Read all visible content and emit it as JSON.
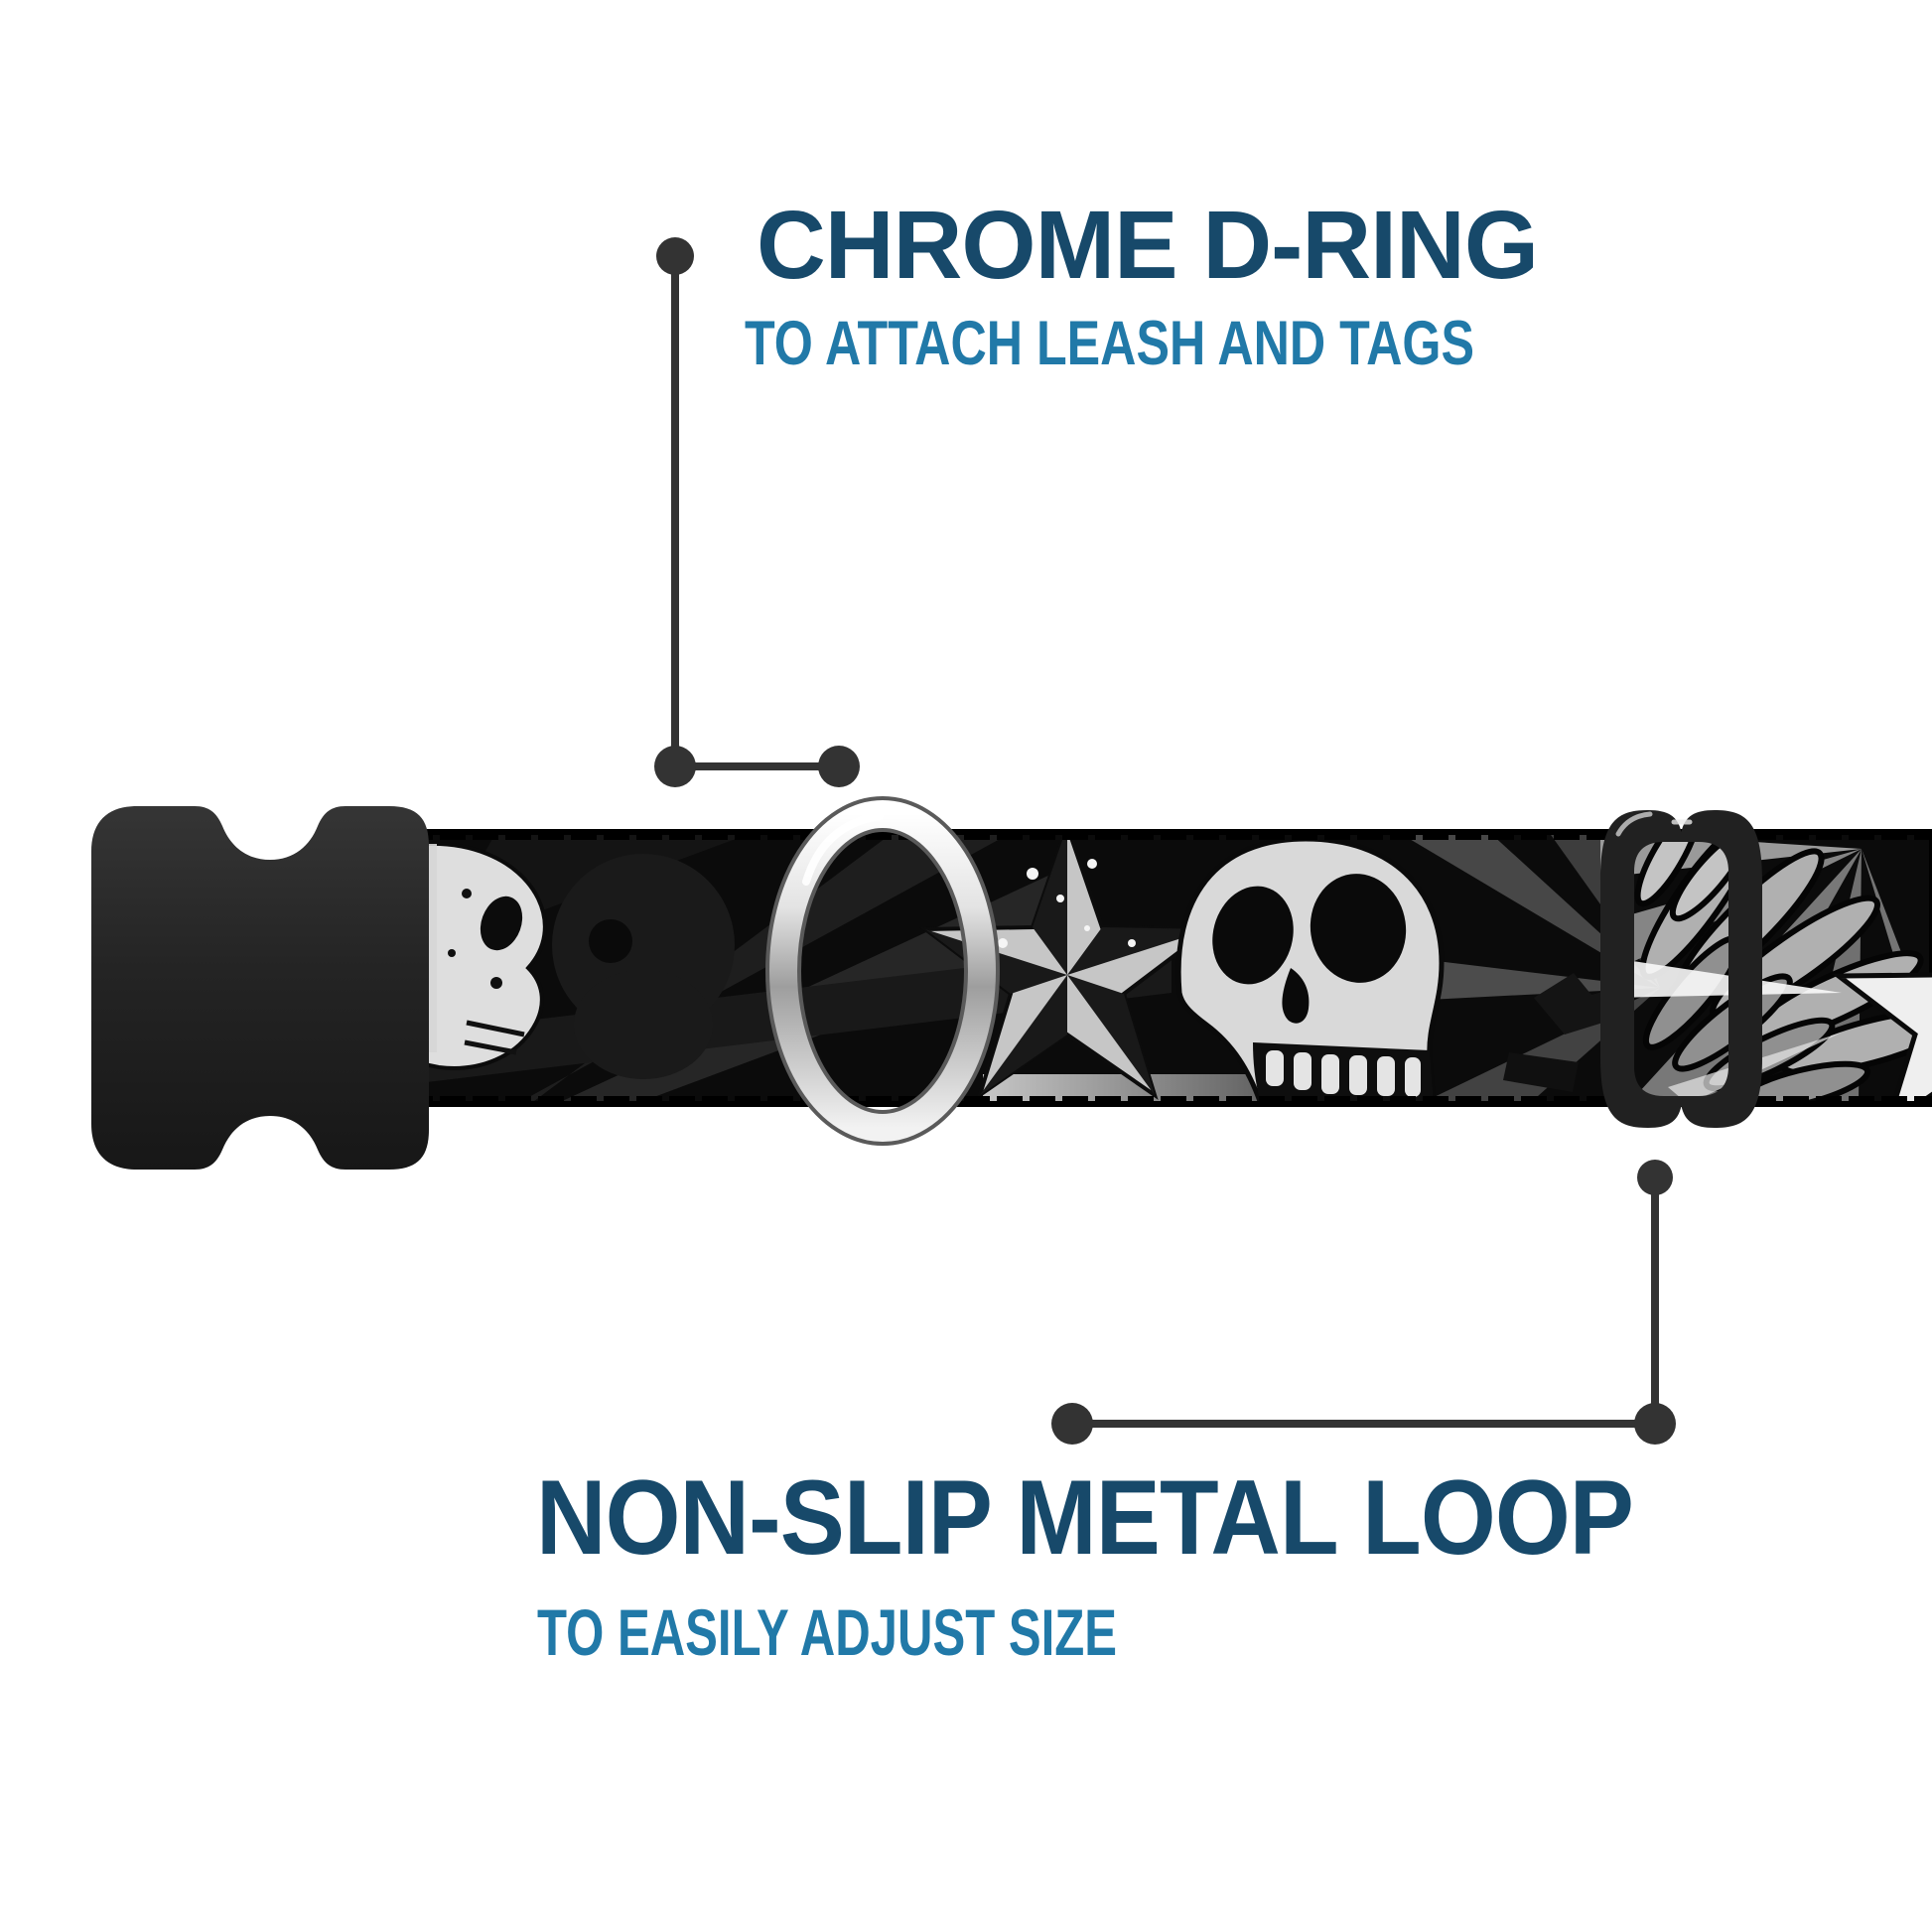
{
  "annotations": {
    "top": {
      "title": "CHROME D-RING",
      "subtitle": "TO ATTACH LEASH AND TAGS"
    },
    "bottom": {
      "title": "NON-SLIP METAL LOOP",
      "subtitle": "TO EASILY ADJUST SIZE"
    }
  },
  "colors": {
    "title": "#17496A",
    "subtitle": "#2179A8",
    "callout": "#333333",
    "buckle": "#262626",
    "webbing": "#0B0B0B",
    "chrome_light": "#F5F5F5",
    "chrome_dark": "#8F8F8F",
    "background": "#FFFFFF"
  },
  "product": {
    "type": "adjustable dog collar",
    "pattern": "black webbing with white skulls, nautical stars, sunburst rays and wing",
    "parts": {
      "buckle": "plastic side-release buckle",
      "dring": "chrome D-ring",
      "slider": "non-slip metal loop",
      "webbing": "patterned nylon webbing"
    }
  }
}
